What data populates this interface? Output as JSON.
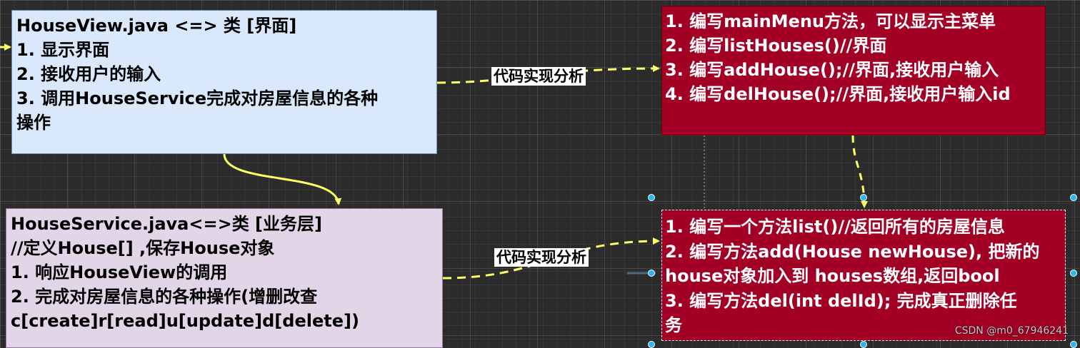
{
  "view_box": {
    "lines": [
      "HouseView.java <=> 类 [界面]",
      "1. 显示界面",
      "2. 接收用户的输入",
      "3. 调用HouseService完成对房屋信息的各种",
      "操作"
    ]
  },
  "view_impl_box": {
    "lines": [
      "1. 编写mainMenu方法，可以显示主菜单",
      "2. 编写listHouses()//界面",
      "3. 编写addHouse();//界面,接收用户输入",
      "4. 编写delHouse();//界面,接收用户输入id"
    ]
  },
  "service_box": {
    "lines": [
      "HouseService.java<=>类 [业务层]",
      "//定义House[] ,保存House对象",
      "1. 响应HouseView的调用",
      "2. 完成对房屋信息的各种操作(增删改查",
      "c[create]r[read]u[update]d[delete])"
    ]
  },
  "service_impl_box": {
    "lines": [
      "1. 编写一个方法list()//返回所有的房屋信息",
      "2. 编写方法add(House newHouse), 把新的",
      "house对象加入到 houses数组,返回bool",
      "3. 编写方法del(int delId); 完成真正删除任",
      "务"
    ]
  },
  "edges": {
    "label_top": "代码实现分析",
    "label_bottom": "代码实现分析"
  },
  "watermark": "CSDN @m0_67946241",
  "colors": {
    "view_fill": "#dae8fc",
    "service_fill": "#e1d5e7",
    "impl_fill": "#a20025",
    "connector": "#ffff66",
    "handle": "#29b6f2"
  }
}
